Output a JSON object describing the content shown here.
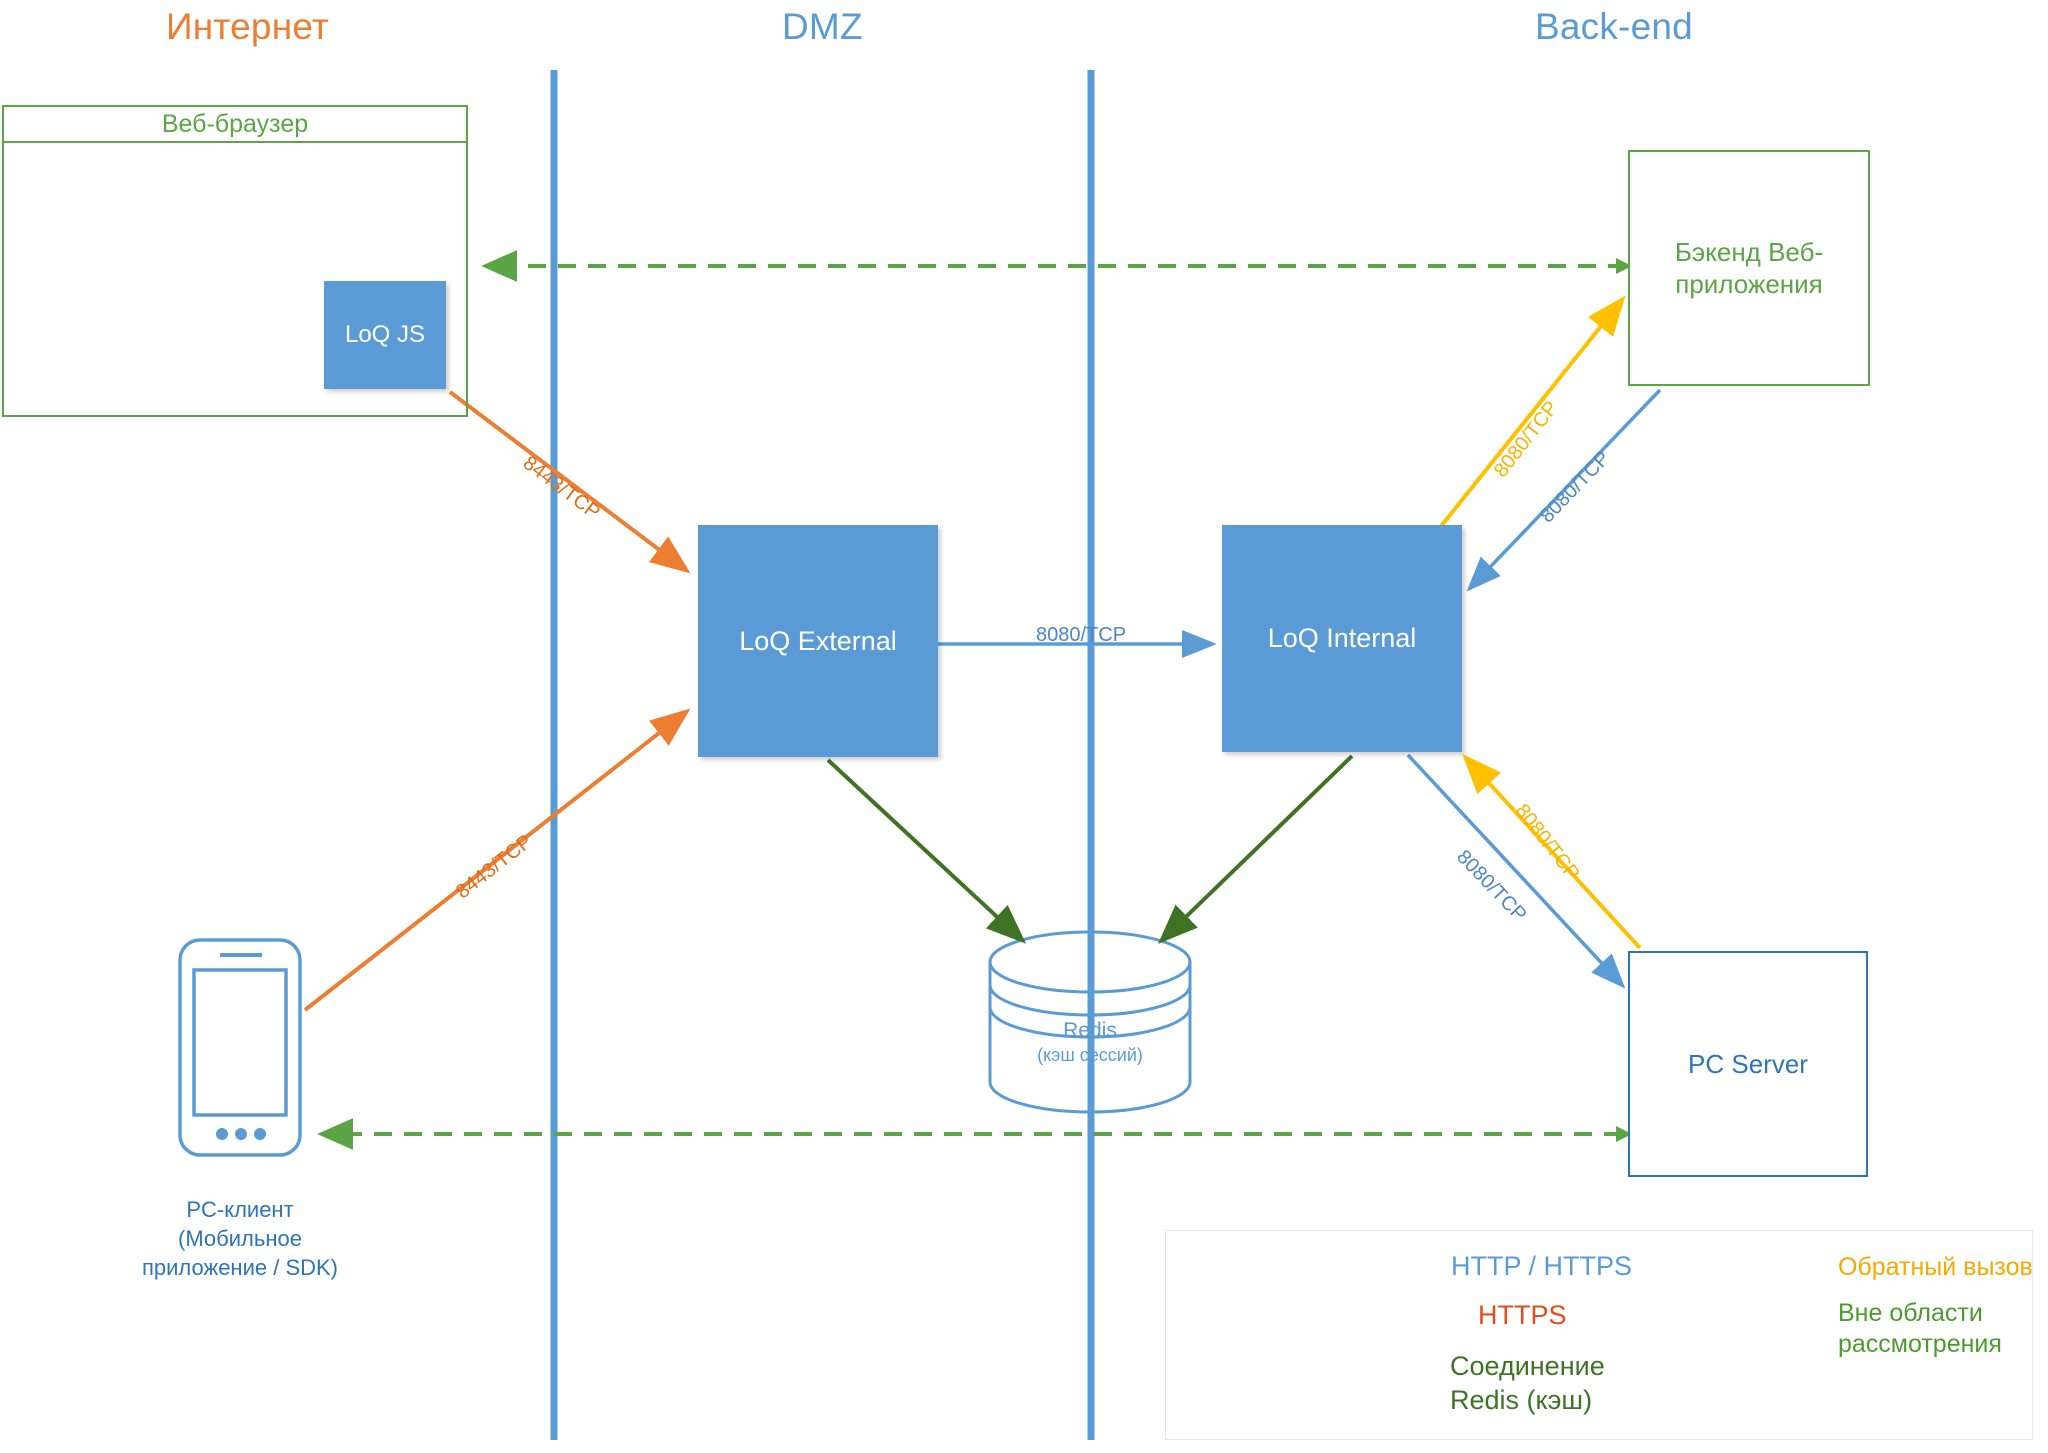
{
  "zones": [
    {
      "id": "internet",
      "label": "Интернет",
      "color": "#ED7D31"
    },
    {
      "id": "dmz",
      "label": "DMZ",
      "color": "#5B9BD5"
    },
    {
      "id": "backend",
      "label": "Back-end",
      "color": "#5B9BD5"
    }
  ],
  "nodes": {
    "browser": {
      "title": "Веб-браузер",
      "color": "#5AA545"
    },
    "loq_js": {
      "label": "LoQ JS",
      "color": "#5B9BD5"
    },
    "loq_external": {
      "label": "LoQ External",
      "color": "#5B9BD5"
    },
    "loq_internal": {
      "label": "LoQ Internal",
      "color": "#5B9BD5"
    },
    "backend_web_app": {
      "line1": "Бэкенд Веб-",
      "line2": "приложения",
      "color": "#5AA545"
    },
    "pc_server": {
      "label": "PC Server",
      "color": "#2E75B6"
    },
    "redis": {
      "line1": "Redis",
      "line2": "(кэш сессий)",
      "color": "#5B9BD5"
    },
    "pc_client": {
      "line1": "PC-клиент",
      "line2": "(Мобильное",
      "line3": "приложение / SDK)",
      "color": "#2E75B6"
    }
  },
  "edges": [
    {
      "id": "js-to-ext",
      "label": "8443/TCP",
      "type": "https"
    },
    {
      "id": "mobile-to-ext",
      "label": "8443/TCP",
      "type": "https"
    },
    {
      "id": "ext-to-int",
      "label": "8080/TCP",
      "type": "http"
    },
    {
      "id": "int-to-webapp-callback",
      "label": "8080/TCP",
      "type": "callback"
    },
    {
      "id": "webapp-to-int",
      "label": "8080/TCP",
      "type": "http"
    },
    {
      "id": "int-to-pcserver",
      "label": "8080/TCP",
      "type": "http"
    },
    {
      "id": "pcserver-to-int-callback",
      "label": "8080/TCP",
      "type": "callback"
    },
    {
      "id": "ext-to-redis",
      "label": "",
      "type": "redis"
    },
    {
      "id": "int-to-redis",
      "label": "",
      "type": "redis"
    },
    {
      "id": "webapp-to-browser",
      "label": "",
      "type": "out-of-scope"
    },
    {
      "id": "pcserver-to-mobile",
      "label": "",
      "type": "out-of-scope"
    }
  ],
  "legend": {
    "items": [
      {
        "id": "http-https",
        "label": "HTTP / HTTPS",
        "color": "#5B9BD5",
        "style": "solid"
      },
      {
        "id": "https",
        "label": "HTTPS",
        "color": "#C55A11",
        "style": "solid"
      },
      {
        "id": "redis",
        "label": "Соединение Redis (кэш)",
        "line1": "Соединение",
        "line2": "Redis (кэш)",
        "color": "#3F7324",
        "style": "solid"
      },
      {
        "id": "callback",
        "label": "Обратный вызов",
        "color": "#FFC000",
        "style": "solid"
      },
      {
        "id": "out-of-scope",
        "label": "Вне области рассмотрения",
        "line1": "Вне области",
        "line2": "рассмотрения",
        "color": "#70AD47",
        "style": "dashed"
      }
    ]
  },
  "colors": {
    "blue": "#5B9BD5",
    "blue_dark": "#2E75B6",
    "orange": "#ED7D31",
    "orange_dark": "#C55A11",
    "green": "#70AD47",
    "green_dark": "#3F7324",
    "yellow": "#FFC000",
    "divider": "#5B9BD5"
  }
}
